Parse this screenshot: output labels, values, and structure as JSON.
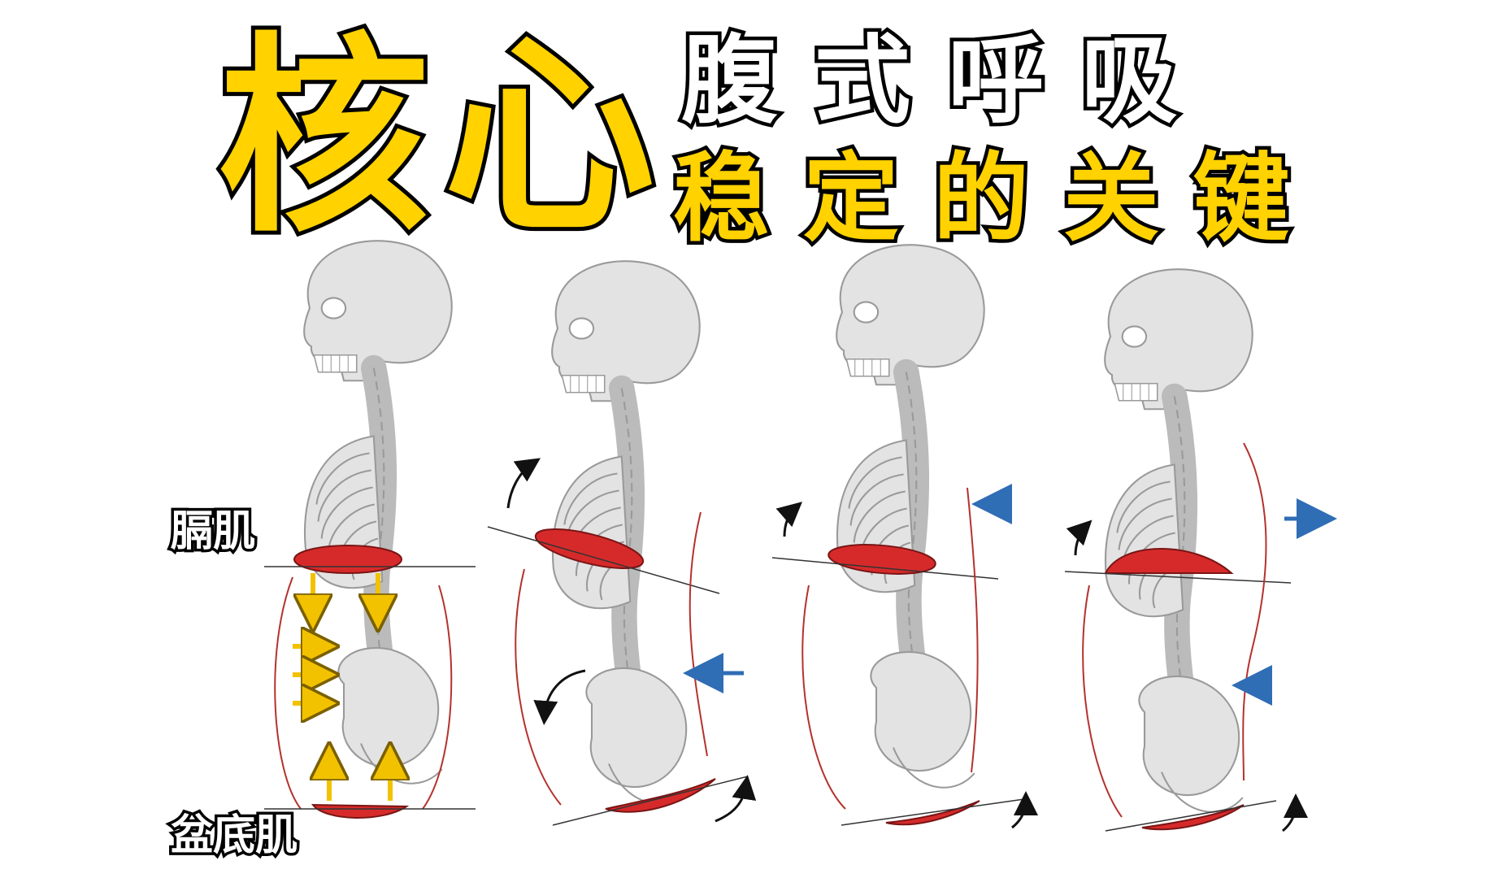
{
  "title": {
    "main": "核心",
    "sub_line1": "腹式呼吸",
    "sub_line2": "稳定的关键"
  },
  "labels": {
    "diaphragm": "膈肌",
    "pelvic_floor": "盆底肌"
  },
  "colors": {
    "title_yellow": "#ffd200",
    "muscle_red": "#d62a2a",
    "bone_gray": "#e3e3e3",
    "bone_outline": "#9a9a9a",
    "arrow_blue": "#2f6db5",
    "arrow_yellow": "#f2c200",
    "outline_red": "#b5322d"
  },
  "figures": [
    {
      "id": "skeleton-1",
      "arrows": [
        "yellow-down",
        "yellow-right",
        "yellow-up"
      ]
    },
    {
      "id": "skeleton-2",
      "arrows": [
        "blue-left",
        "black-curved"
      ]
    },
    {
      "id": "skeleton-3",
      "arrows": [
        "blue-left",
        "black-curved"
      ]
    },
    {
      "id": "skeleton-4",
      "arrows": [
        "blue-right",
        "blue-left",
        "black-curved"
      ]
    }
  ]
}
